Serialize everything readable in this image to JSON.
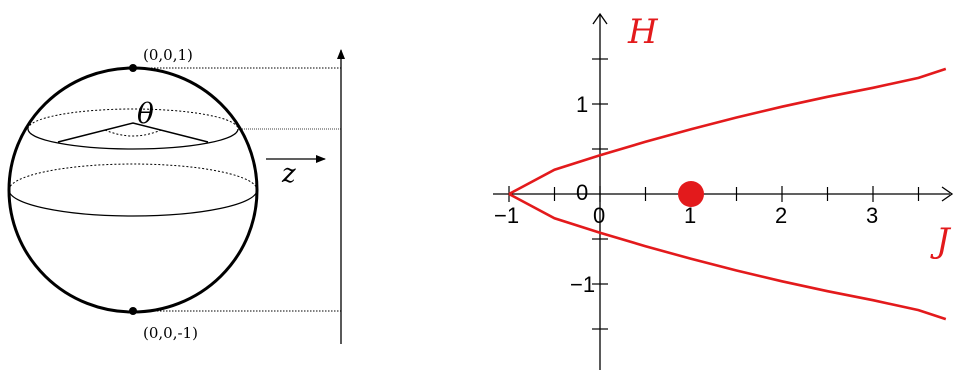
{
  "sphere": {
    "north_pole_label": "(0,0,1)",
    "south_pole_label": "(0,0,-1)",
    "angle_label": "θ",
    "axis_label": "z"
  },
  "plot": {
    "ylabel": "H",
    "xlabel": "J",
    "line_color": "#e31a1c",
    "marker_color": "#e31a1c",
    "xticks": [
      -1,
      0,
      1,
      2,
      3
    ],
    "yticks": [
      -1,
      0,
      1
    ],
    "xtick_labels": [
      "−1",
      "0",
      "1",
      "2",
      "3"
    ],
    "ytick_labels": [
      "−1",
      "0",
      "1"
    ]
  },
  "chart_data": {
    "type": "line",
    "xlabel": "J",
    "ylabel": "H",
    "xlim": [
      -1.1,
      4.0
    ],
    "ylim": [
      -1.95,
      1.95
    ],
    "series": [
      {
        "x": [
          -1,
          -0.5,
          0,
          0.5,
          1,
          1.5,
          2,
          2.5,
          3,
          3.5,
          3.8
        ],
        "y": [
          0,
          0.27,
          0.43,
          0.58,
          0.72,
          0.85,
          0.97,
          1.08,
          1.18,
          1.29,
          1.39
        ]
      },
      {
        "x": [
          -1,
          -0.5,
          0,
          0.5,
          1,
          1.5,
          2,
          2.5,
          3,
          3.5,
          3.8
        ],
        "y": [
          0,
          -0.27,
          -0.43,
          -0.58,
          -0.72,
          -0.85,
          -0.97,
          -1.08,
          -1.18,
          -1.29,
          -1.39
        ]
      }
    ],
    "points": [
      {
        "x": 1,
        "y": 0
      }
    ]
  }
}
